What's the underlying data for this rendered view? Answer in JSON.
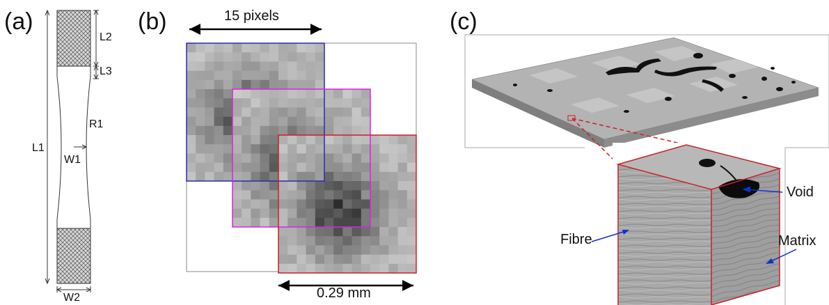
{
  "panels": {
    "a": {
      "label": "(a)",
      "dimensions": {
        "l1": "L1",
        "l2": "L2",
        "l3": "L3",
        "r1": "R1",
        "w1": "W1",
        "w2": "W2"
      }
    },
    "b": {
      "label": "(b)",
      "top_measure": "15 pixels",
      "bottom_measure": "0.29 mm",
      "box_colors": {
        "blue": "#2b2bb0",
        "magenta": "#e020e0",
        "red": "#cc1f2a"
      }
    },
    "c": {
      "label": "(c)",
      "annotations": {
        "void": "Void",
        "fibre": "Fibre",
        "matrix": "Matrix"
      },
      "pointer_color": "#1030d0",
      "cube_edge_color": "#cc1f2a"
    }
  }
}
